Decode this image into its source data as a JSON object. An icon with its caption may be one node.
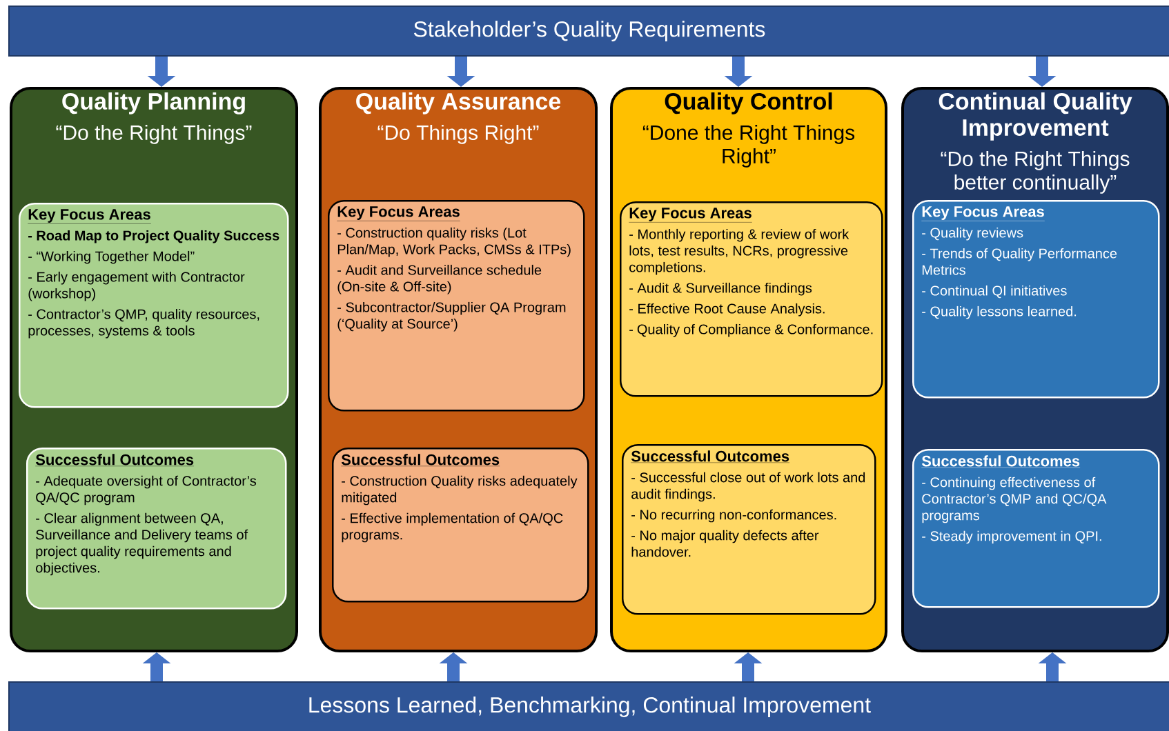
{
  "diagram": {
    "nodes": [
      {
        "text": [
          "Stakeholder’s Quality Requirements"
        ]
      },
      {
        "text": [
          "Quality Planning",
          "“Do the Right Things”"
        ]
      },
      {
        "text": [
          "Key Focus Areas",
          "**- Road Map to Project Quality Success**",
          "- “Working Together Model”",
          "- Early engagement with Contractor (workshop)",
          "- Contractor’s QMP, quality resources, processes, systems & tools"
        ],
        "in": 1
      },
      {
        "text": [
          "Successful Outcomes",
          "- Adequate oversight of Contractor’s QA/QC program",
          "- Clear alignment between QA, Surveillance and Delivery teams of project quality requirements and objectives."
        ],
        "in": 1
      },
      {
        "text": [
          "Quality Assurance",
          "“Do Things Right”"
        ]
      },
      {
        "text": [
          "Key Focus Areas",
          "- Construction quality risks (Lot Plan/Map, Work Packs, CMSs & ITPs)",
          "- Audit and Surveillance schedule (On-site & Off-site)",
          "- Subcontractor/Supplier QA Program (‘Quality at Source’)"
        ],
        "in": 4
      },
      {
        "text": [
          "Successful Outcomes",
          "- Construction Quality risks adequately mitigated",
          "- Effective implementation of QA/QC programs."
        ],
        "in": 4
      },
      {
        "text": [
          "Quality Control",
          "“Done the Right Things Right”"
        ]
      },
      {
        "text": [
          "Key Focus Areas",
          "- Monthly reporting & review of work lots, test results, NCRs, progressive completions.",
          "- Audit & Surveillance findings",
          "- Effective Root Cause Analysis.",
          "- Quality of Compliance & Conformance."
        ],
        "in": 7
      },
      {
        "text": [
          "Successful Outcomes",
          "- Successful close out of work lots and audit findings.",
          "- No recurring non-conformances.",
          "- No major quality defects after handover."
        ],
        "in": 7
      },
      {
        "text": [
          "Continual Quality Improvement",
          "“Do the Right Things better continually”"
        ]
      },
      {
        "text": [
          "Key Focus Areas",
          "- Quality reviews",
          "- Trends of Quality Performance Metrics",
          "- Continual QI initiatives",
          "- Quality lessons learned."
        ],
        "in": 10
      },
      {
        "text": [
          "Successful Outcomes",
          "- Continuing effectiveness of Contractor’s QMP and QC/QA programs",
          "- Steady improvement in QPI."
        ],
        "in": 10
      },
      {
        "text": [
          "Lessons Learned, Benchmarking, Continual Improvement"
        ]
      }
    ],
    "edges": [
      {
        "from": 0,
        "to": 1,
        "arrow": "to"
      },
      {
        "from": 0,
        "to": 4,
        "arrow": "to"
      },
      {
        "from": 0,
        "to": 7,
        "arrow": "to"
      },
      {
        "from": 0,
        "to": 10,
        "arrow": "to"
      },
      {
        "from": 13,
        "to": 1,
        "arrow": "to"
      },
      {
        "from": 13,
        "to": 4,
        "arrow": "to"
      },
      {
        "from": 13,
        "to": 7,
        "arrow": "to"
      },
      {
        "from": 13,
        "to": 10,
        "arrow": "to"
      }
    ]
  }
}
